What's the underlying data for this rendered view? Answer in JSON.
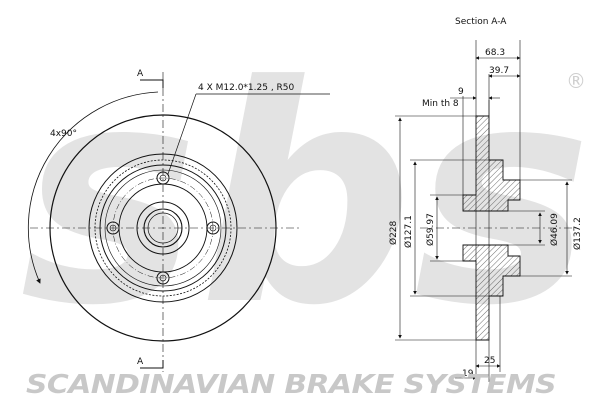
{
  "watermark": {
    "logo_text": "sbs",
    "registered_symbol": "®"
  },
  "brand_footer": "SCANDINAVIAN BRAKE SYSTEMS",
  "front_view": {
    "section_marker_top": "A",
    "section_marker_bottom": "A",
    "angle_label": "4x90°",
    "thread_label": "4 X M12.0*1.25 , R50"
  },
  "section_view": {
    "title": "Section A-A",
    "dims": {
      "width_total": "68.3",
      "hat_depth": "39.7",
      "thickness": "9",
      "min_thickness": "Min th 8",
      "outer_diameter": "Ø228",
      "friction_inner_diameter": "Ø127.1",
      "centre_bore": "Ø59.97",
      "bore_inner": "Ø46.09",
      "hub_diameter": "Ø137.2",
      "offset_19": "19",
      "offset_25": "25"
    }
  },
  "colors": {
    "line": "#111111",
    "hatch": "#333333",
    "watermark": "#e3e3e3",
    "footer": "#c8c8c8"
  }
}
